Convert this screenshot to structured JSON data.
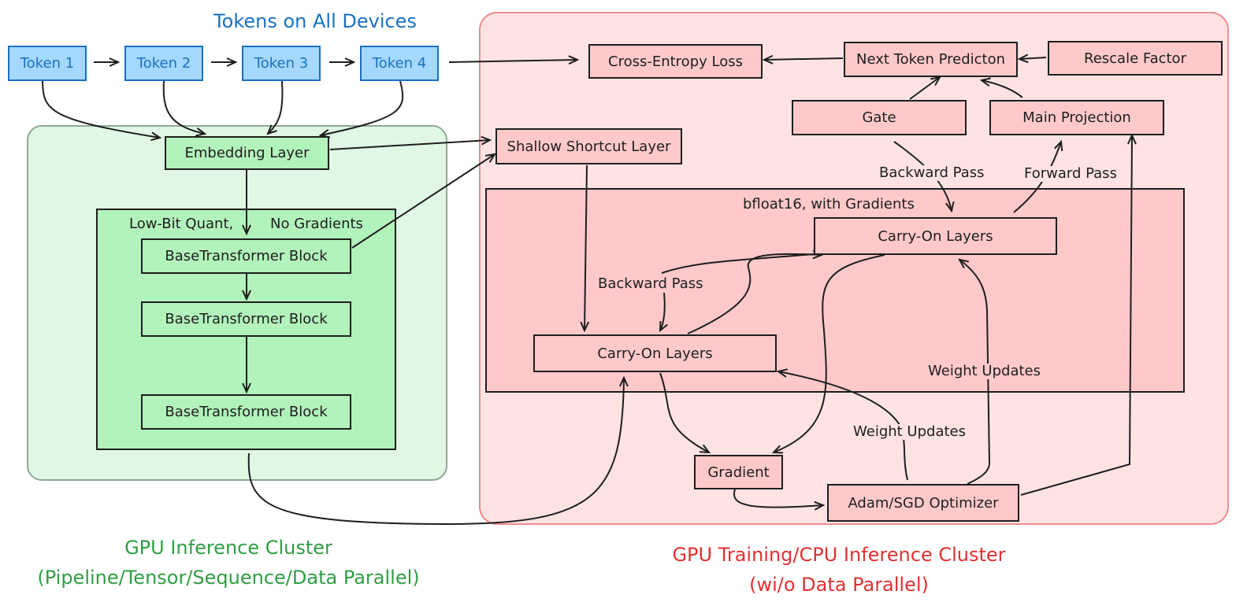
{
  "titles": {
    "tokens_header": "Tokens on All Devices",
    "inference_cluster_line1": "GPU Inference Cluster",
    "inference_cluster_line2": "(Pipeline/Tensor/Sequence/Data Parallel)",
    "training_cluster_line1": "GPU Training/CPU Inference Cluster",
    "training_cluster_line2": "(wi/o Data Parallel)"
  },
  "tokens": [
    "Token 1",
    "Token 2",
    "Token 3",
    "Token 4"
  ],
  "inference": {
    "embedding_layer": "Embedding Layer",
    "quant_label_1": "Low-Bit Quant,",
    "quant_label_2": "No Gradients",
    "blocks": [
      "BaseTransformer Block",
      "BaseTransformer Block",
      "BaseTransformer Block"
    ]
  },
  "training": {
    "cross_entropy_loss": "Cross-Entropy Loss",
    "next_token_prediction": "Next Token Predicton",
    "rescale_factor": "Rescale Factor",
    "gate": "Gate",
    "main_projection": "Main Projection",
    "shallow_shortcut_layer": "Shallow Shortcut Layer",
    "bf16_label": "bfloat16, with Gradients",
    "carry_on_layers_top": "Carry-On Layers",
    "carry_on_layers_bottom": "Carry-On Layers",
    "gradient": "Gradient",
    "optimizer": "Adam/SGD Optimizer"
  },
  "edge_labels": {
    "backward_pass_top": "Backward Pass",
    "forward_pass": "Forward Pass",
    "backward_pass_mid": "Backward Pass",
    "weight_updates_right": "Weight Updates",
    "weight_updates_bottom": "Weight Updates"
  },
  "colors": {
    "token_fill": "#a5d8ff",
    "token_stroke": "#1971c2",
    "inference_region_fill": "#e0f8e3",
    "inference_region_stroke": "#8fa896",
    "green_fill": "#b2f2bb",
    "training_region_fill": "#ffe3e3",
    "training_region_stroke": "#eb8c8c",
    "red_fill": "#ffc9c9",
    "inference_title": "#2f9e44",
    "training_title": "#e03131",
    "tokens_title": "#1971c2",
    "line": "#1e1e1e"
  }
}
